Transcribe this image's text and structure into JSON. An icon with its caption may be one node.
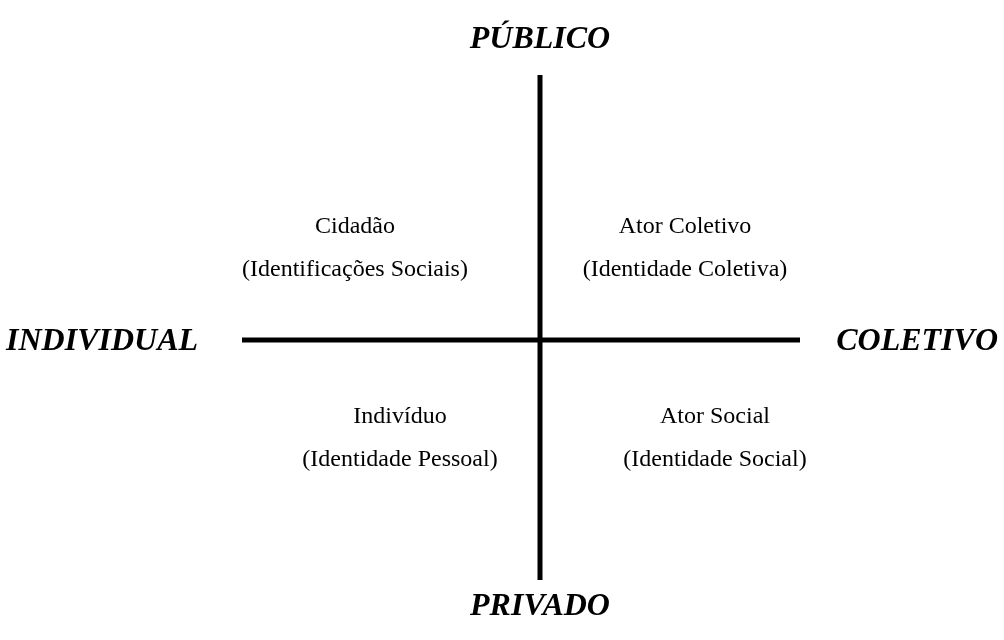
{
  "diagram": {
    "labels": [
      "PÚBLICO",
      "Cidadão",
      "Ator Coletivo",
      "(Identificações Sociais)",
      "(Identidade Coletiva)",
      "INDIVIDUAL",
      "COLETIVO",
      "Indivíduo",
      "Ator Social",
      "(Identidade Pessoal)",
      "(Identidade Social)",
      "PRIVADO"
    ]
  }
}
